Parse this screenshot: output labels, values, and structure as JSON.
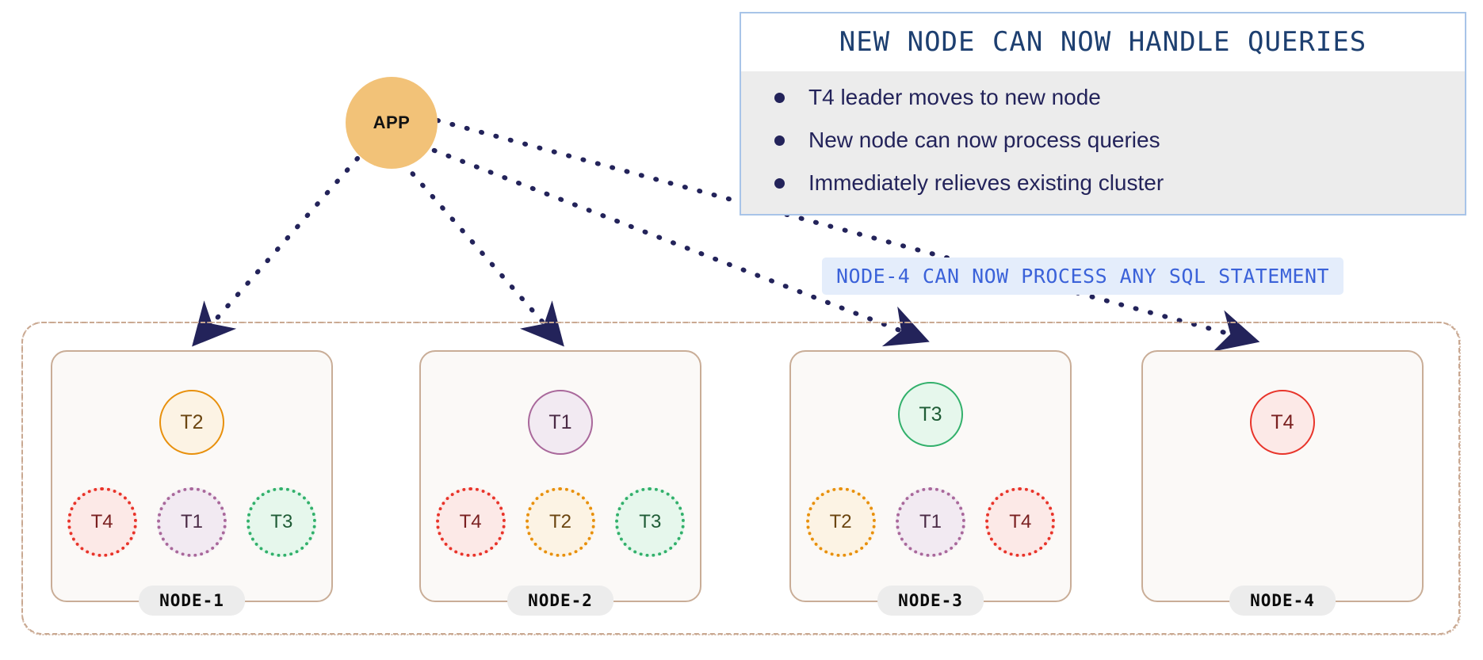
{
  "diagram": {
    "title": "NEW NODE CAN NOW HANDLE QUERIES",
    "app_label": "APP",
    "callout": "NODE-4 CAN NOW PROCESS ANY SQL STATEMENT"
  },
  "info_panel": {
    "title": "NEW NODE CAN NOW HANDLE QUERIES",
    "bullets": [
      "T4 leader moves to new node",
      "New node can now process queries",
      "Immediately relieves existing cluster"
    ]
  },
  "colors": {
    "panel_border": "#a8c4e8",
    "panel_body_bg": "#ececec",
    "panel_title_color": "#1d3f70",
    "bullet_color": "#23235a",
    "callout_bg": "#e4edfb",
    "callout_text": "#3b62d9",
    "app_fill": "#f2c278",
    "app_text": "#121212",
    "node_border": "#c9ad97",
    "node_fill": "#fbf9f7",
    "cluster_border": "#c9a891",
    "badge_bg": "#ececec",
    "arrow": "#23235a",
    "t1_border": "#a9689b",
    "t1_fill": "#f2eaf2",
    "t1_text": "#4a2a45",
    "t2_border": "#e8900c",
    "t2_fill": "#fcf3e4",
    "t2_text": "#6b4510",
    "t3_border": "#32b06b",
    "t3_fill": "#e6f7ec",
    "t3_text": "#1f5c36",
    "t4_border": "#e8342a",
    "t4_fill": "#fce9e7",
    "t4_text": "#7a2020"
  },
  "nodes": [
    {
      "name": "NODE-1",
      "leader": {
        "label": "T2",
        "tablet": "t2"
      },
      "leader_position": "standard",
      "replicas": [
        {
          "label": "T4",
          "tablet": "t4"
        },
        {
          "label": "T1",
          "tablet": "t1"
        },
        {
          "label": "T3",
          "tablet": "t3"
        }
      ]
    },
    {
      "name": "NODE-2",
      "leader": {
        "label": "T1",
        "tablet": "t1"
      },
      "leader_position": "standard",
      "replicas": [
        {
          "label": "T4",
          "tablet": "t4"
        },
        {
          "label": "T2",
          "tablet": "t2"
        },
        {
          "label": "T3",
          "tablet": "t3"
        }
      ]
    },
    {
      "name": "NODE-3",
      "leader": {
        "label": "T3",
        "tablet": "t3"
      },
      "leader_position": "high",
      "replicas": [
        {
          "label": "T2",
          "tablet": "t2"
        },
        {
          "label": "T1",
          "tablet": "t1"
        },
        {
          "label": "T4",
          "tablet": "t4"
        }
      ]
    },
    {
      "name": "NODE-4",
      "leader": {
        "label": "T4",
        "tablet": "t4"
      },
      "leader_position": "standard",
      "replicas": []
    }
  ],
  "arrows": [
    {
      "from": "APP",
      "to": "NODE-1"
    },
    {
      "from": "APP",
      "to": "NODE-2"
    },
    {
      "from": "APP",
      "to": "NODE-3"
    },
    {
      "from": "APP",
      "to": "NODE-4"
    }
  ]
}
